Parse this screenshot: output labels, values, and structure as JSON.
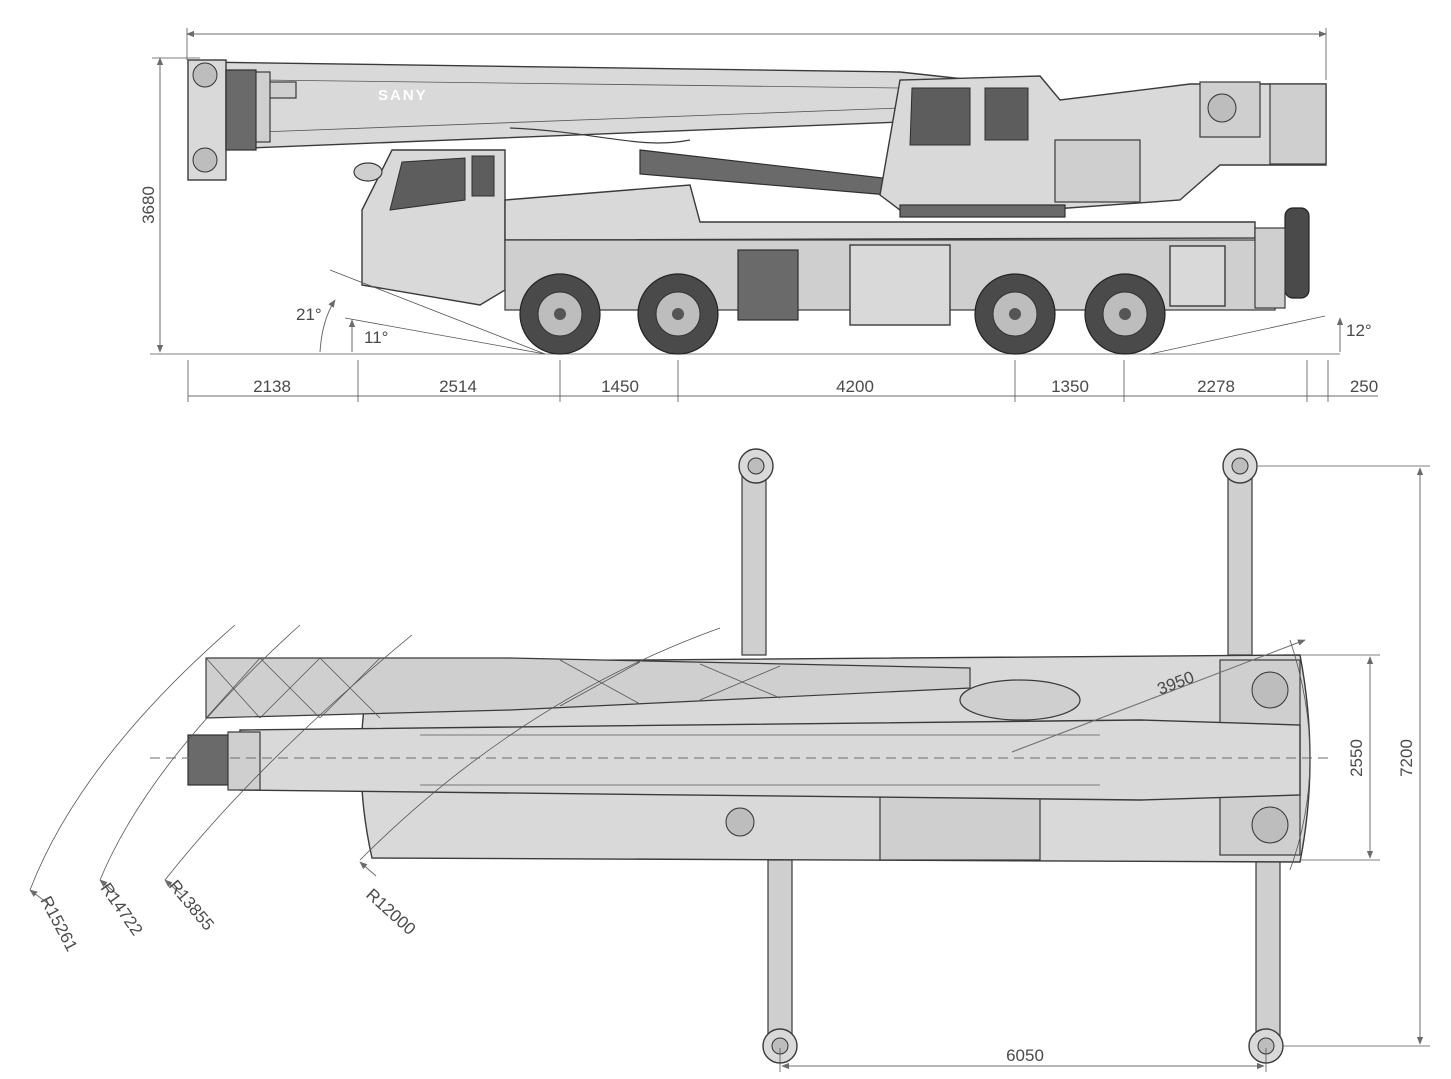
{
  "side_view": {
    "brand_logo": "SANY",
    "dims_bottom": [
      "2138",
      "2514",
      "1450",
      "4200",
      "1350",
      "2278",
      "250"
    ],
    "height": "3680",
    "approach_angle": "21°",
    "angle_11": "11°",
    "departure_angle": "12°"
  },
  "top_view": {
    "radii": [
      "R15261",
      "R14722",
      "R13855",
      "R12000"
    ],
    "tail_radius": "3950",
    "track_width": "2550",
    "outrigger_span": "7200",
    "outrigger_spacing": "6050"
  }
}
